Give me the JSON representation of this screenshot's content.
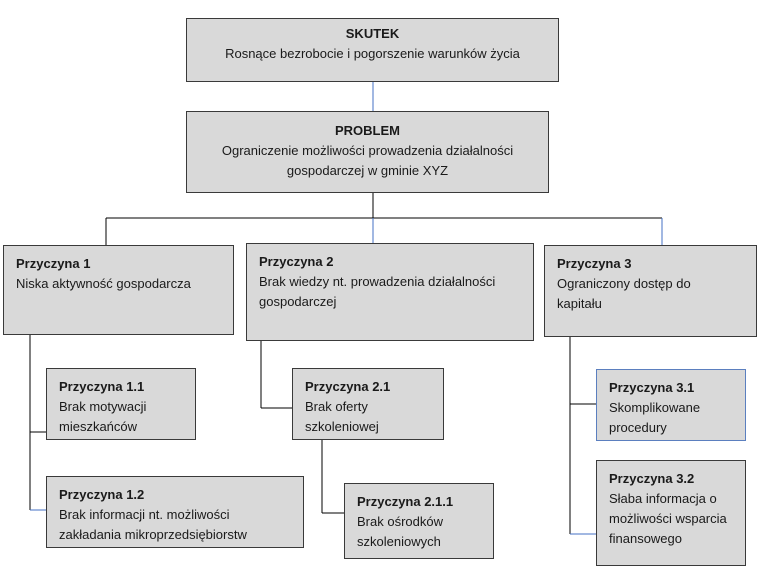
{
  "skutek": {
    "title": "SKUTEK",
    "desc": "Rosnące bezrobocie i pogorszenie warunków życia"
  },
  "problem": {
    "title": "PROBLEM",
    "desc": "Ograniczenie możliwości prowadzenia  działalności gospodarczej w gminie XYZ"
  },
  "causes": [
    {
      "title": "Przyczyna 1",
      "desc": "Niska aktywność gospodarcza"
    },
    {
      "title": "Przyczyna 2",
      "desc": "Brak wiedzy nt. prowadzenia działalności gospodarczej"
    },
    {
      "title": "Przyczyna 3",
      "desc": "Ograniczony dostęp do kapitału"
    }
  ],
  "subcauses": {
    "c1_1": {
      "title": "Przyczyna 1.1",
      "desc": "Brak motywacji mieszkańców"
    },
    "c1_2": {
      "title": "Przyczyna 1.2",
      "desc": "Brak informacji nt. możliwości zakładania mikroprzedsiębiorstw"
    },
    "c2_1": {
      "title": "Przyczyna 2.1",
      "desc": "Brak oferty szkoleniowej"
    },
    "c2_1_1": {
      "title": "Przyczyna 2.1.1",
      "desc": "Brak ośrodków szkoleniowych"
    },
    "c3_1": {
      "title": "Przyczyna 3.1",
      "desc": "Skomplikowane procedury"
    },
    "c3_2": {
      "title": "Przyczyna 3.2",
      "desc": "Słaba informacja o możliwości wsparcia finansowego"
    }
  },
  "colors": {
    "box_fill": "#d9d9d9",
    "border": "#3a3a3a",
    "connector_blue": "#4472c4",
    "connector_black": "#000000"
  }
}
